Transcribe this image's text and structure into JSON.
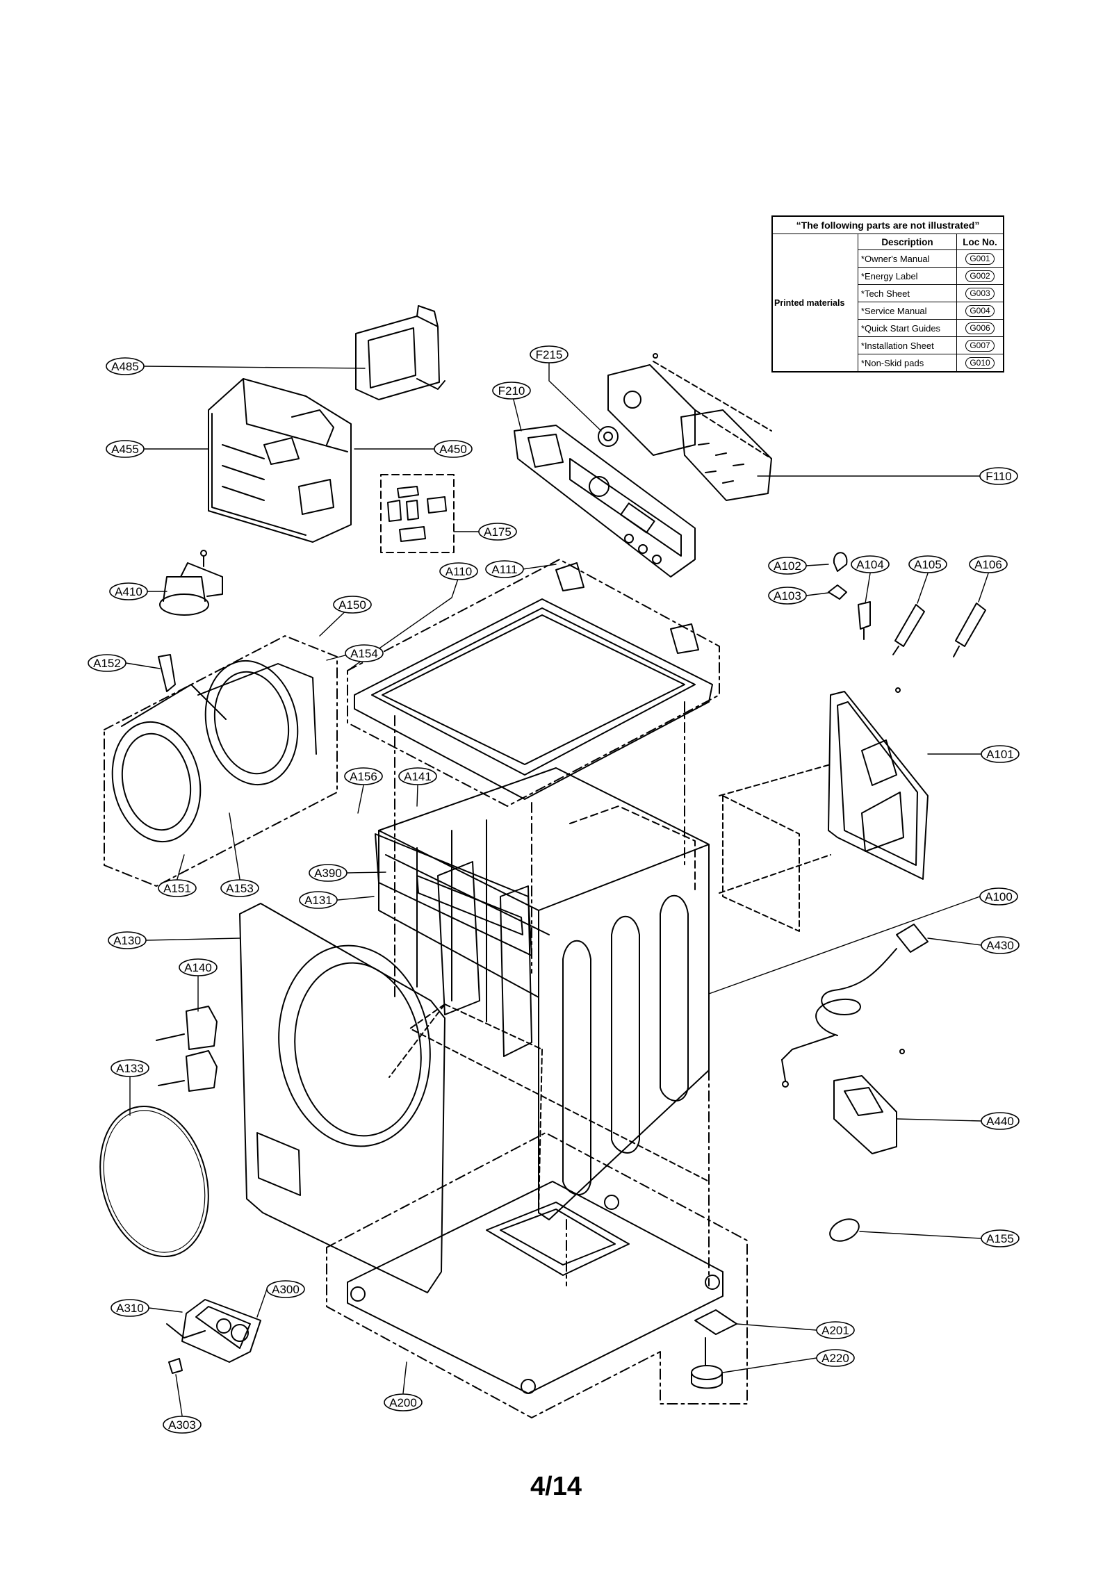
{
  "table": {
    "title": "“The following parts are not illustrated”",
    "col_description": "Description",
    "col_loc": "Loc No.",
    "category": "Printed materials",
    "rows": [
      {
        "description": "*Owner's Manual",
        "loc": "G001"
      },
      {
        "description": "*Energy Label",
        "loc": "G002"
      },
      {
        "description": "*Tech Sheet",
        "loc": "G003"
      },
      {
        "description": "*Service Manual",
        "loc": "G004"
      },
      {
        "description": "*Quick Start Guides",
        "loc": "G006"
      },
      {
        "description": "*Installation Sheet",
        "loc": "G007"
      },
      {
        "description": "*Non-Skid pads",
        "loc": "G010"
      }
    ]
  },
  "labels": {
    "A485": "A485",
    "A455": "A455",
    "A450": "A450",
    "A175": "A175",
    "F215": "F215",
    "F210": "F210",
    "F110": "F110",
    "A410": "A410",
    "A150": "A150",
    "A154": "A154",
    "A152": "A152",
    "A110": "A110",
    "A111": "A111",
    "A102": "A102",
    "A103": "A103",
    "A104": "A104",
    "A105": "A105",
    "A106": "A106",
    "A101": "A101",
    "A156": "A156",
    "A141": "A141",
    "A151": "A151",
    "A153": "A153",
    "A390": "A390",
    "A131": "A131",
    "A100": "A100",
    "A130": "A130",
    "A430": "A430",
    "A140": "A140",
    "A133": "A133",
    "A440": "A440",
    "A155": "A155",
    "A300": "A300",
    "A310": "A310",
    "A201": "A201",
    "A220": "A220",
    "A200": "A200",
    "A303": "A303"
  },
  "page_number": "4/14"
}
